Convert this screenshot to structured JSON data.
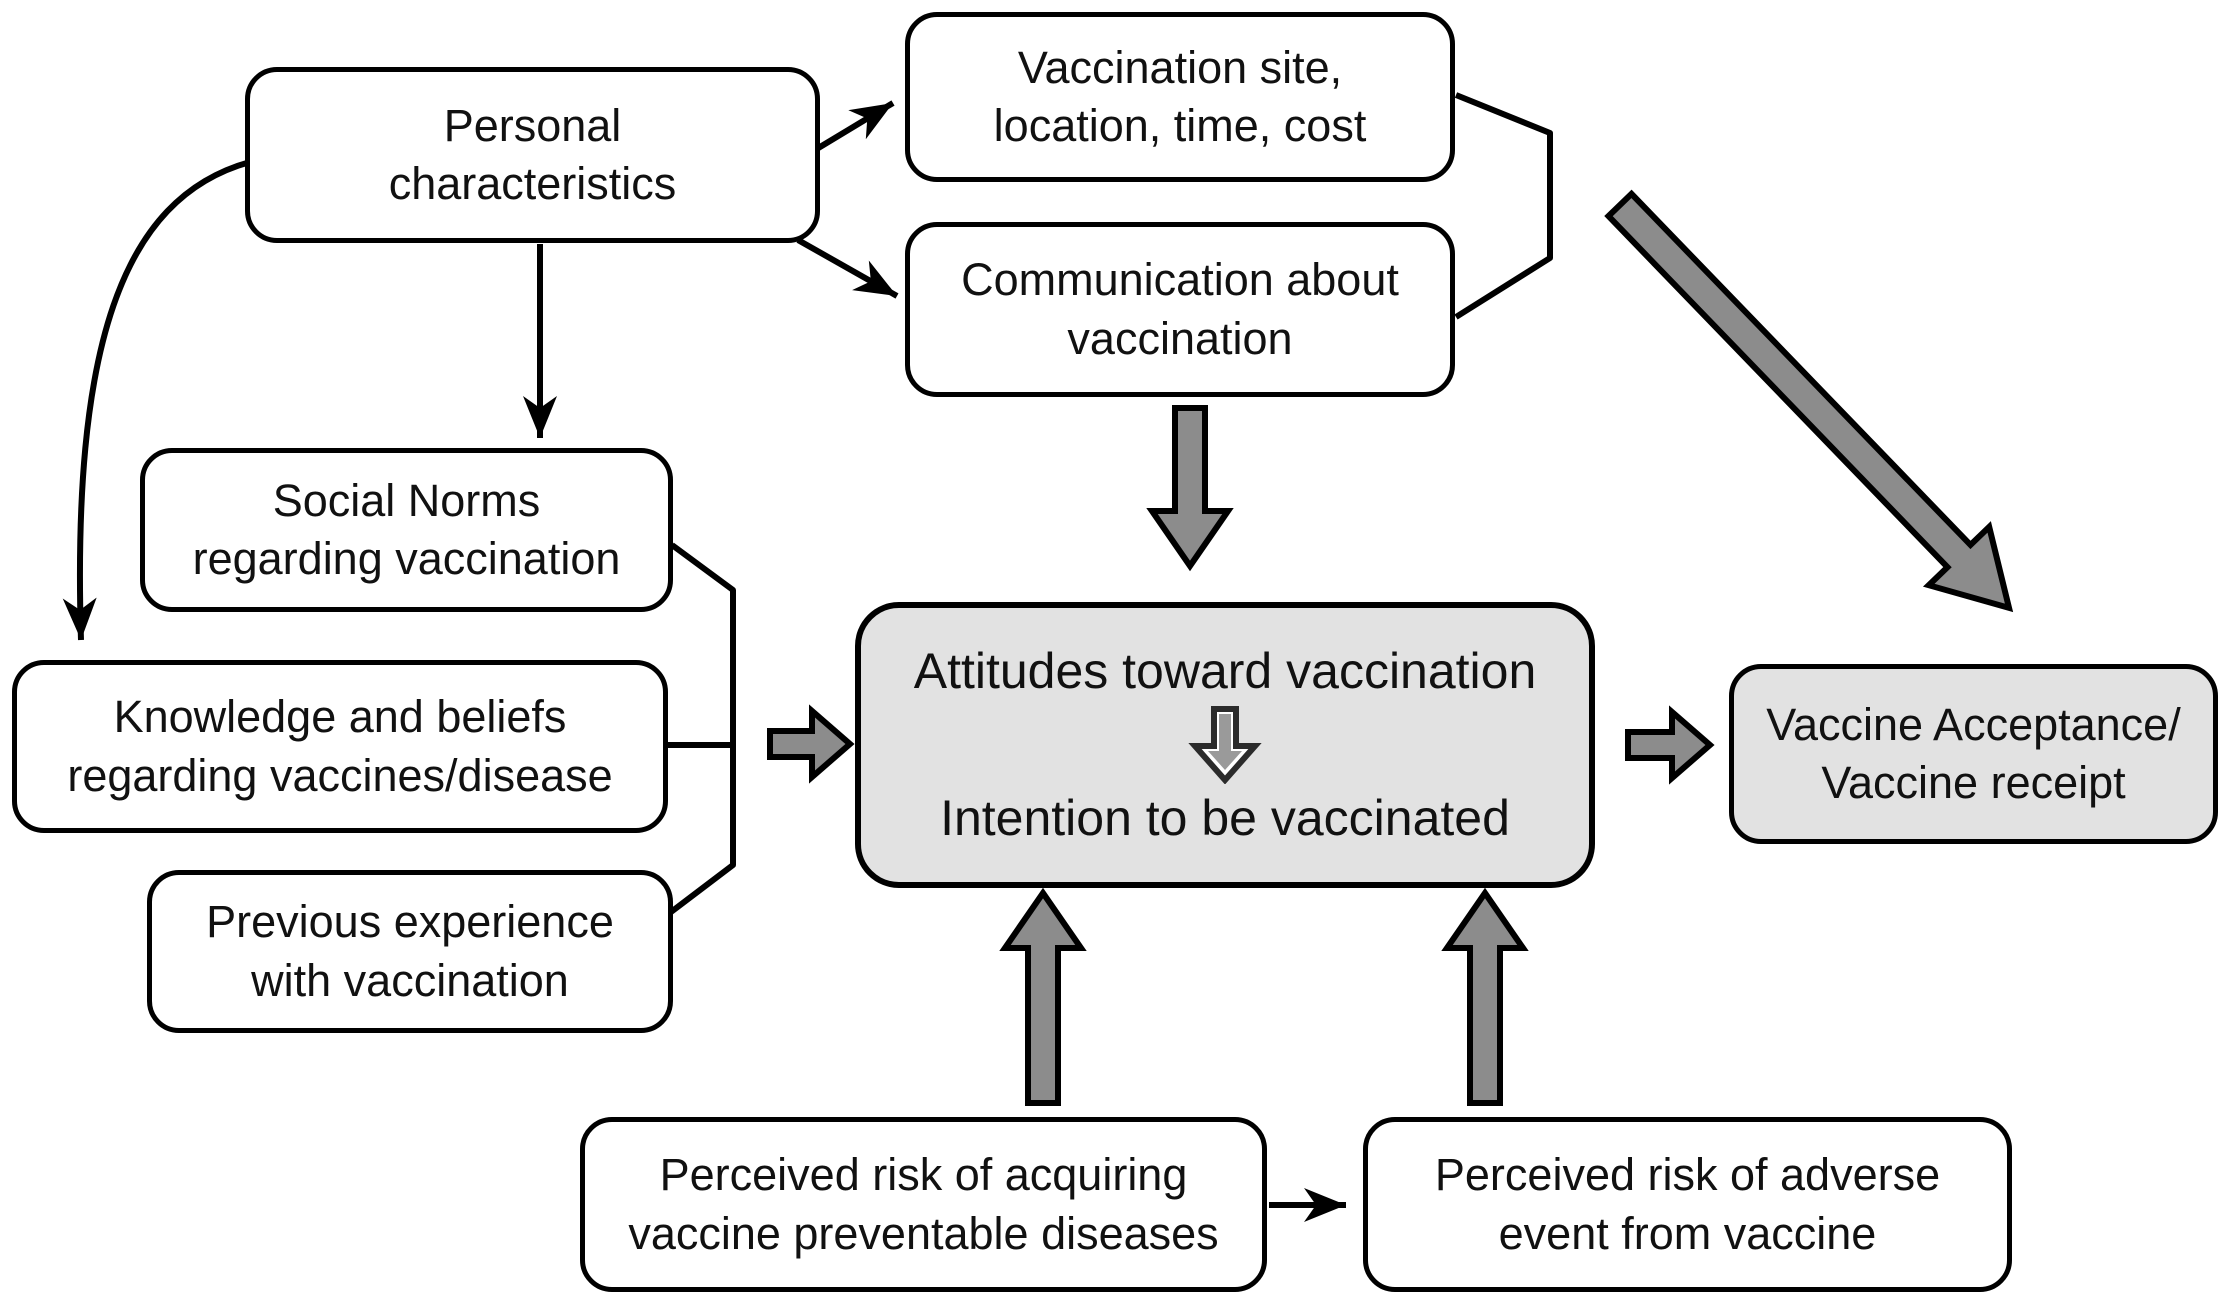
{
  "figure": {
    "type": "flow-diagram",
    "background": "#ffffff",
    "colors": {
      "node_border": "#000000",
      "node_fill": "#ffffff",
      "highlight_fill": "#e2e2e2",
      "block_arrow_fill": "#8c8c8c",
      "line": "#000000",
      "text": "#111111"
    },
    "nodes": {
      "personal": {
        "label": "Personal\ncharacteristics"
      },
      "vaccination_site": {
        "label": "Vaccination site,\nlocation, time, cost"
      },
      "communication": {
        "label": "Communication about\nvaccination"
      },
      "social_norms": {
        "label": "Social Norms\nregarding vaccination"
      },
      "knowledge": {
        "label": "Knowledge and beliefs\nregarding vaccines/disease"
      },
      "previous_experience": {
        "label": "Previous experience\nwith vaccination"
      },
      "attitudes": {
        "line1": "Attitudes toward vaccination",
        "line2": "Intention to be vaccinated"
      },
      "vaccine_acceptance": {
        "label": "Vaccine Acceptance/\nVaccine receipt"
      },
      "risk_acquiring": {
        "label": "Perceived risk of acquiring\nvaccine preventable diseases"
      },
      "risk_adverse": {
        "label": "Perceived risk of adverse\nevent from vaccine"
      }
    },
    "edges": [
      {
        "from": "personal",
        "to": "vaccination_site",
        "style": "thin-arrow"
      },
      {
        "from": "personal",
        "to": "communication",
        "style": "thin-arrow"
      },
      {
        "from": "personal",
        "to": "social_norms",
        "style": "thin-arrow"
      },
      {
        "from": "personal",
        "to": "knowledge",
        "style": "thin-curved-arrow"
      },
      {
        "from": "vaccination_site + communication",
        "to": "vaccine_acceptance",
        "style": "block-arrow-diagonal"
      },
      {
        "from": "communication",
        "to": "attitudes",
        "style": "block-arrow-down"
      },
      {
        "from": "social_norms + knowledge + previous_experience",
        "to": "attitudes",
        "style": "block-arrow-right"
      },
      {
        "from": "attitudes:line1",
        "to": "attitudes:line2",
        "style": "block-arrow-down-small"
      },
      {
        "from": "attitudes",
        "to": "vaccine_acceptance",
        "style": "block-arrow-right"
      },
      {
        "from": "risk_acquiring",
        "to": "attitudes",
        "style": "block-arrow-up"
      },
      {
        "from": "risk_adverse",
        "to": "attitudes",
        "style": "block-arrow-up"
      },
      {
        "from": "risk_acquiring",
        "to": "risk_adverse",
        "style": "thin-arrow"
      }
    ]
  }
}
